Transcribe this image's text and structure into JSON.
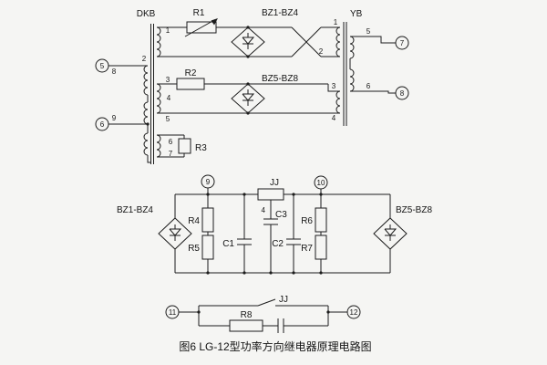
{
  "colors": {
    "background": "#f5f5f3",
    "ink": "#1c1c1c"
  },
  "caption": "图6  LG-12型功率方向继电器原理电路图",
  "transformers": {
    "dkb": "DKB",
    "yb": "YB"
  },
  "bridges": {
    "ac_left": "BZ1-BZ4",
    "ac_right": "BZ5-BZ8",
    "dc_left": "BZ1-BZ4",
    "dc_right": "BZ5-BZ8"
  },
  "resistors": {
    "r1": "R1",
    "r2": "R2",
    "r3": "R3",
    "r4": "R4",
    "r5": "R5",
    "r6": "R6",
    "r7": "R7",
    "r8": "R8"
  },
  "capacitors": {
    "c1": "C1",
    "c2": "C2",
    "c3": "C3"
  },
  "relay": {
    "coil": "JJ",
    "contact": "JJ"
  },
  "terminals": {
    "t5": "5",
    "t6": "6",
    "t7": "7",
    "t8": "8",
    "t9": "9",
    "t10": "10",
    "t11": "11",
    "t12": "12"
  },
  "wire_numbers": {
    "dkb": {
      "n1": "1",
      "n2": "2",
      "n3": "3",
      "n4": "4",
      "n5": "5",
      "n6": "6",
      "n7": "7",
      "n8": "8",
      "n9": "9"
    },
    "yb": {
      "n1": "1",
      "n2": "2",
      "n3": "3",
      "n4": "4",
      "n5": "5",
      "n6": "6"
    },
    "jj_branch": "4"
  }
}
